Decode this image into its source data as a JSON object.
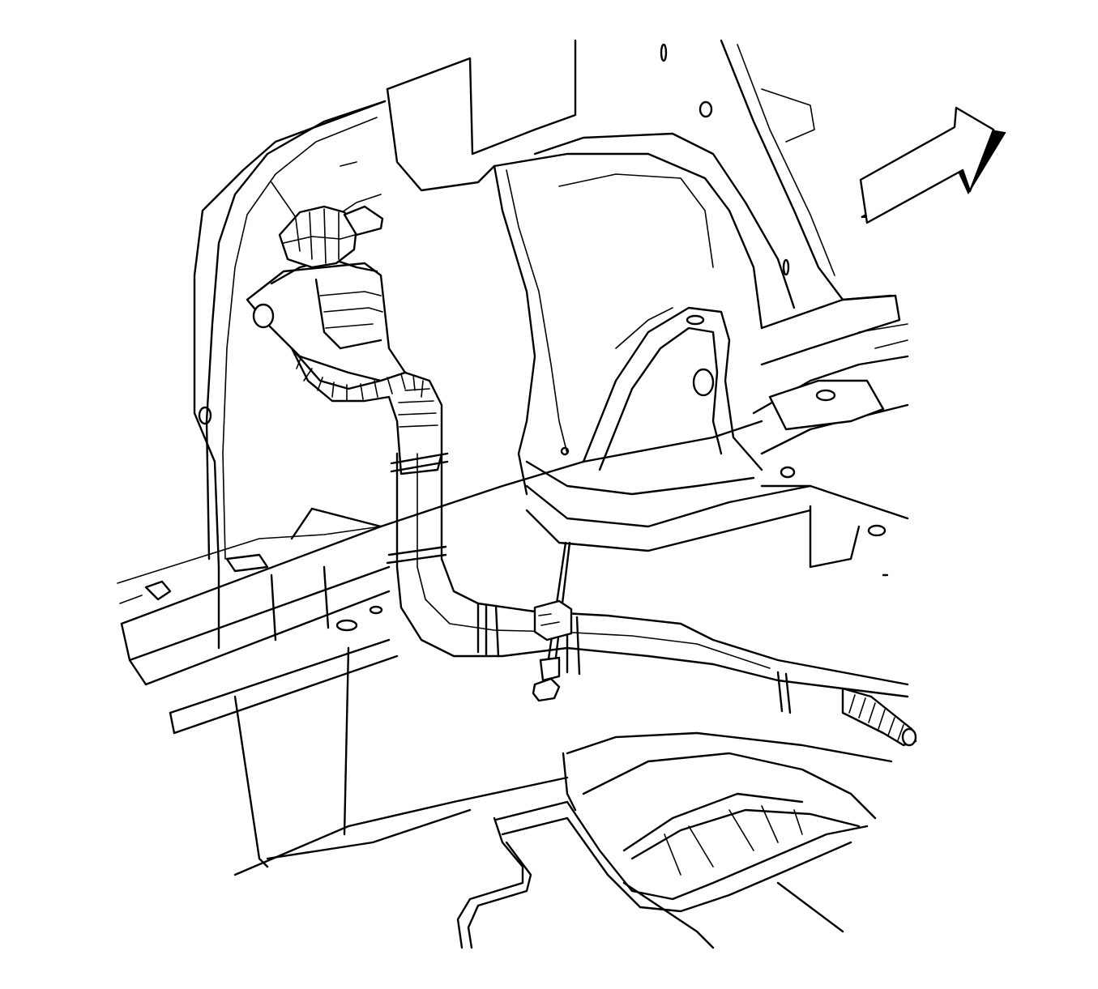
{
  "diagram": {
    "parts": [
      {
        "id": "fuel-filler-neck",
        "label": ""
      },
      {
        "id": "fuel-filler-cap",
        "label": ""
      },
      {
        "id": "filler-hose",
        "label": ""
      },
      {
        "id": "vent-hose",
        "label": ""
      },
      {
        "id": "retaining-bolt",
        "label": ""
      },
      {
        "id": "rear-wheelhouse",
        "label": ""
      },
      {
        "id": "rear-frame-rail",
        "label": ""
      },
      {
        "id": "floor-pan",
        "label": ""
      },
      {
        "id": "spare-tire-well",
        "label": ""
      },
      {
        "id": "direction-arrow",
        "label": ""
      }
    ],
    "colors": {
      "line": "#000000",
      "background": "#ffffff"
    }
  }
}
